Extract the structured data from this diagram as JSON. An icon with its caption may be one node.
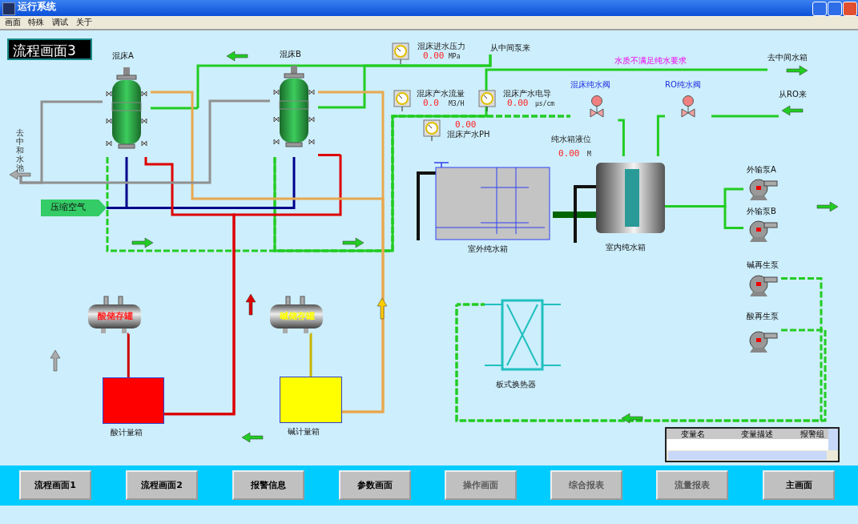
{
  "diagram": {
    "nodes": [
      {
        "text": [
          "混床A"
        ]
      },
      {
        "text": [
          "混床B"
        ]
      },
      {
        "text": [
          "压缩空气"
        ]
      },
      {
        "text": [
          "酸储存罐"
        ]
      },
      {
        "text": [
          "碱储存罐"
        ]
      },
      {
        "text": [
          "酸计量箱"
        ]
      },
      {
        "text": [
          "碱计量箱"
        ]
      },
      {
        "text": [
          "室外纯水箱"
        ]
      },
      {
        "text": [
          "室内纯水箱"
        ]
      },
      {
        "text": [
          "外输泵A"
        ]
      },
      {
        "text": [
          "外输泵B"
        ]
      },
      {
        "text": [
          "碱再生泵"
        ]
      },
      {
        "text": [
          "酸再生泵"
        ]
      },
      {
        "text": [
          "板式换热器"
        ]
      },
      {
        "text": [
          "混床纯水阀"
        ]
      },
      {
        "text": [
          "RO纯水阀"
        ]
      },
      {
        "text": [
          "去中和水池"
        ]
      },
      {
        "text": [
          "从中间泵来"
        ]
      },
      {
        "text": [
          "去中间水箱"
        ]
      },
      {
        "text": [
          "从RO来"
        ]
      }
    ],
    "edges": [
      {
        "from": 17,
        "to": 1,
        "arrow": "none"
      },
      {
        "from": 17,
        "to": 0,
        "arrow": "none"
      },
      {
        "from": 0,
        "to": 14,
        "arrow": "none",
        "style": "dashed"
      },
      {
        "from": 1,
        "to": 14,
        "arrow": "none",
        "style": "dashed"
      },
      {
        "from": 14,
        "to": 8,
        "arrow": "none"
      },
      {
        "from": 1,
        "to": 18,
        "arrow": "none"
      },
      {
        "from": 19,
        "to": 15,
        "arrow": "none"
      },
      {
        "from": 15,
        "to": 8,
        "arrow": "none"
      },
      {
        "from": 7,
        "to": 8,
        "arrow": "none",
        "style": "thick",
        "color": "#006400"
      },
      {
        "from": 8,
        "to": 9,
        "arrow": "none"
      },
      {
        "from": 8,
        "to": 10,
        "arrow": "none"
      },
      {
        "from": 2,
        "to": 0,
        "arrow": "none",
        "color": "#00008b"
      },
      {
        "from": 2,
        "to": 1,
        "arrow": "none",
        "color": "#00008b"
      },
      {
        "from": 3,
        "to": 5,
        "arrow": "none",
        "color": "#cc0000"
      },
      {
        "from": 4,
        "to": 6,
        "arrow": "none",
        "color": "#c8b400"
      },
      {
        "from": 5,
        "to": 0,
        "arrow": "none",
        "color": "#dd0000"
      },
      {
        "from": 5,
        "to": 1,
        "arrow": "none",
        "color": "#dd0000"
      },
      {
        "from": 6,
        "to": 0,
        "arrow": "none",
        "color": "#e8a850"
      },
      {
        "from": 6,
        "to": 1,
        "arrow": "none",
        "color": "#e8a850"
      },
      {
        "from": 0,
        "to": 16,
        "arrow": "none",
        "color": "#909090"
      },
      {
        "from": 1,
        "to": 16,
        "arrow": "none",
        "color": "#909090"
      },
      {
        "from": 11,
        "to": 13,
        "arrow": "none",
        "style": "dashed"
      },
      {
        "from": 12,
        "to": 13,
        "arrow": "none",
        "style": "dashed"
      }
    ],
    "labels": [
      "运行系统",
      "画面",
      "特殊",
      "调试",
      "关于",
      "流程画面3",
      "混床进水压力",
      "0.00",
      "MPa",
      "混床产水流量",
      "0.0",
      "M3/H",
      "混床产水电导",
      "0.00",
      "μs/cm",
      "0.00",
      "混床产水PH",
      "纯水箱液位",
      "0.00",
      "M",
      "水质不满足纯水要求",
      "变量名",
      "变量描述",
      "报警组",
      "流程画面1",
      "流程画面2",
      "报警信息",
      "参数画面",
      "操作画面",
      "综合报表",
      "流量报表",
      "主画面"
    ]
  }
}
